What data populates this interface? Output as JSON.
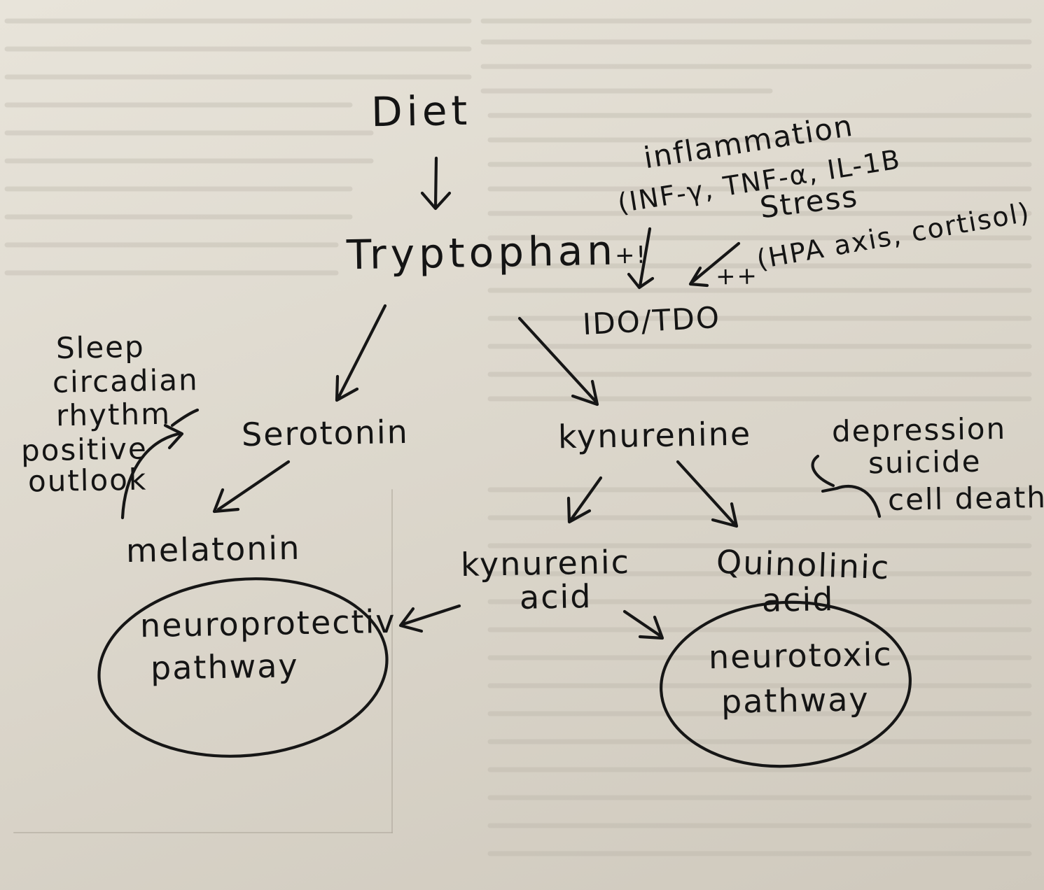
{
  "nodes": {
    "diet": "Diet",
    "tryptophan": "Tryptophan",
    "inflammation": "inflammation",
    "cytokines": "(INF-γ, TNF-α, IL-1B",
    "stress": "Stress",
    "hpa": "(HPA axis, cortisol)",
    "plus_left": "+!",
    "plus_right": "++",
    "ido_tdo": "IDO/TDO",
    "sleep": "Sleep",
    "circadian": "circadian",
    "rhythm": "rhythm",
    "positive": "positive",
    "outlook": "outlook",
    "serotonin": "Serotonin",
    "kynurenine": "kynurenine",
    "depression": "depression",
    "suicide": "suicide",
    "cell_death": "cell death",
    "melatonin": "melatonin",
    "kynurenic": "kynurenic",
    "kynurenic_acid": "acid",
    "quinolinic": "Quinolinic",
    "quinolinic_acid": "acid",
    "neuroprotective_1": "neuroprotectiv",
    "neuroprotective_2": "pathway",
    "neurotoxic_1": "neurotoxic",
    "neurotoxic_2": "pathway"
  }
}
